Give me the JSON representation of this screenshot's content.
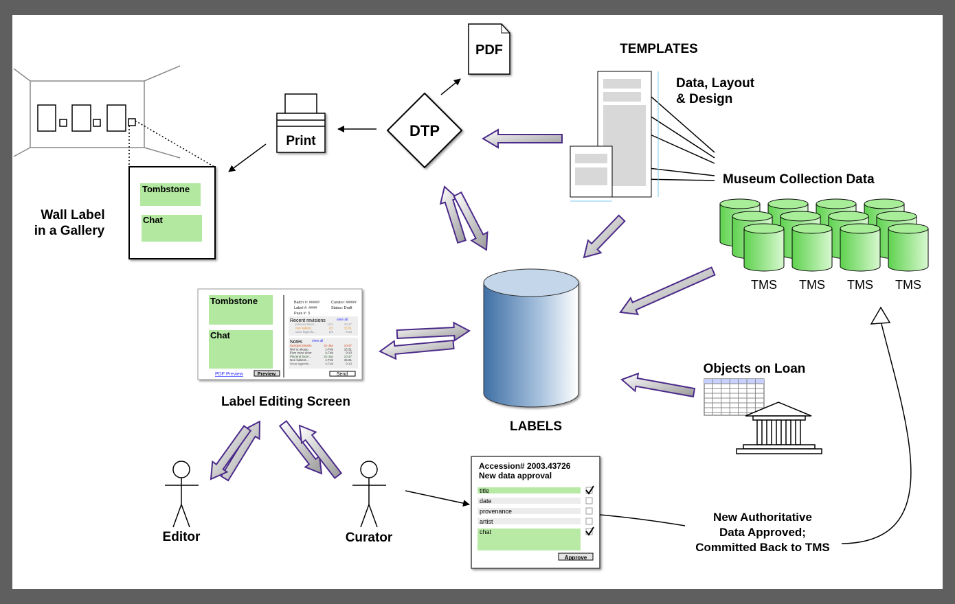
{
  "colors": {
    "arrow_stroke": "#4b2a8a",
    "label_green": "#b2e8a0",
    "tms_green": "#7fe06f",
    "labels_blue": "#4a7bb0"
  },
  "wall": {
    "title_line1": "Wall Label",
    "title_line2": "in a Gallery",
    "tombstone": "Tombstone",
    "chat": "Chat"
  },
  "print": {
    "label": "Print"
  },
  "dtp": {
    "label": "DTP"
  },
  "pdf": {
    "label": "PDF"
  },
  "templates": {
    "title": "TEMPLATES",
    "subtitle_line1": "Data, Layout",
    "subtitle_line2": "& Design"
  },
  "museum_data": {
    "label": "Museum Collection Data",
    "tms": [
      "TMS",
      "TMS",
      "TMS",
      "TMS"
    ]
  },
  "labels_db": {
    "label": "LABELS"
  },
  "loan": {
    "label": "Objects on Loan"
  },
  "editor_screen": {
    "caption": "Label Editing Screen",
    "tombstone": "Tombstone",
    "chat": "Chat",
    "pdf_preview": "PDF Preview",
    "preview": "Preview",
    "send": "Send",
    "batch": "Batch #: #####",
    "curator": "Curator: #####",
    "label_no": "Label #: ####",
    "status": "Status: Draft",
    "pass": "Pass #: 3",
    "revisions_title": "Recent revisions",
    "view_all": "view all",
    "revisions": [
      {
        "text": "placerat facer...",
        "date": "1/31",
        "time": "10:47"
      },
      {
        "text": "non habent...",
        "date": "2/1",
        "time": "15:31"
      },
      {
        "text": "usus legentis...",
        "date": "2/4",
        "time": "9:13"
      }
    ],
    "notes_title": "Notes",
    "notes": [
      {
        "text": "Suscipit lobortis",
        "date": "31-Jan",
        "time": "10:47"
      },
      {
        "text": "Nisl ut aliquip",
        "date": "1-Feb",
        "time": "15:31"
      },
      {
        "text": "Eum iriure dolor",
        "date": "4-Feb",
        "time": "9:13"
      },
      {
        "text": "Placerat facer...",
        "date": "31-Jan",
        "time": "10:47"
      },
      {
        "text": "Non habent...",
        "date": "1-Feb",
        "time": "15:31"
      },
      {
        "text": "Usus legentis...",
        "date": "4-Feb",
        "time": "9:13"
      }
    ]
  },
  "people": {
    "editor": "Editor",
    "curator": "Curator"
  },
  "approval": {
    "title_line1": "Accession# 2003.43726",
    "title_line2": "New data approval",
    "fields": [
      {
        "label": "title",
        "checked": true
      },
      {
        "label": "date",
        "checked": false
      },
      {
        "label": "provenance",
        "checked": false
      },
      {
        "label": "artist",
        "checked": false
      },
      {
        "label": "chat",
        "checked": true
      }
    ],
    "approve": "Approve"
  },
  "commit": {
    "line1": "New Authoritative",
    "line2": "Data Approved;",
    "line3": "Committed Back to TMS"
  }
}
